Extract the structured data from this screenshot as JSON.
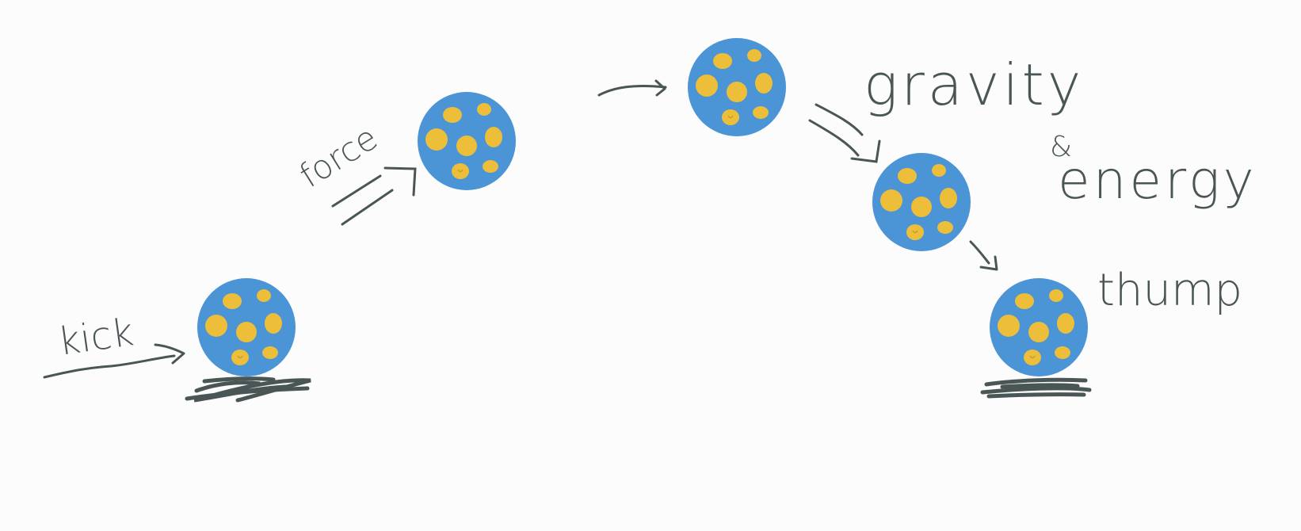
{
  "labels": {
    "kick": "kick",
    "force": "force",
    "gravity": "gravity",
    "and": "&",
    "energy": "energy",
    "thump": "thump"
  },
  "colors": {
    "ball": "#4b94d6",
    "spot": "#ecbe3a",
    "ink": "#4a5656",
    "background": "#fcfcfc"
  },
  "balls": [
    {
      "id": "ball-1",
      "phase": "kick"
    },
    {
      "id": "ball-2",
      "phase": "rising"
    },
    {
      "id": "ball-3",
      "phase": "apex"
    },
    {
      "id": "ball-4",
      "phase": "falling"
    },
    {
      "id": "ball-5",
      "phase": "landing"
    }
  ]
}
